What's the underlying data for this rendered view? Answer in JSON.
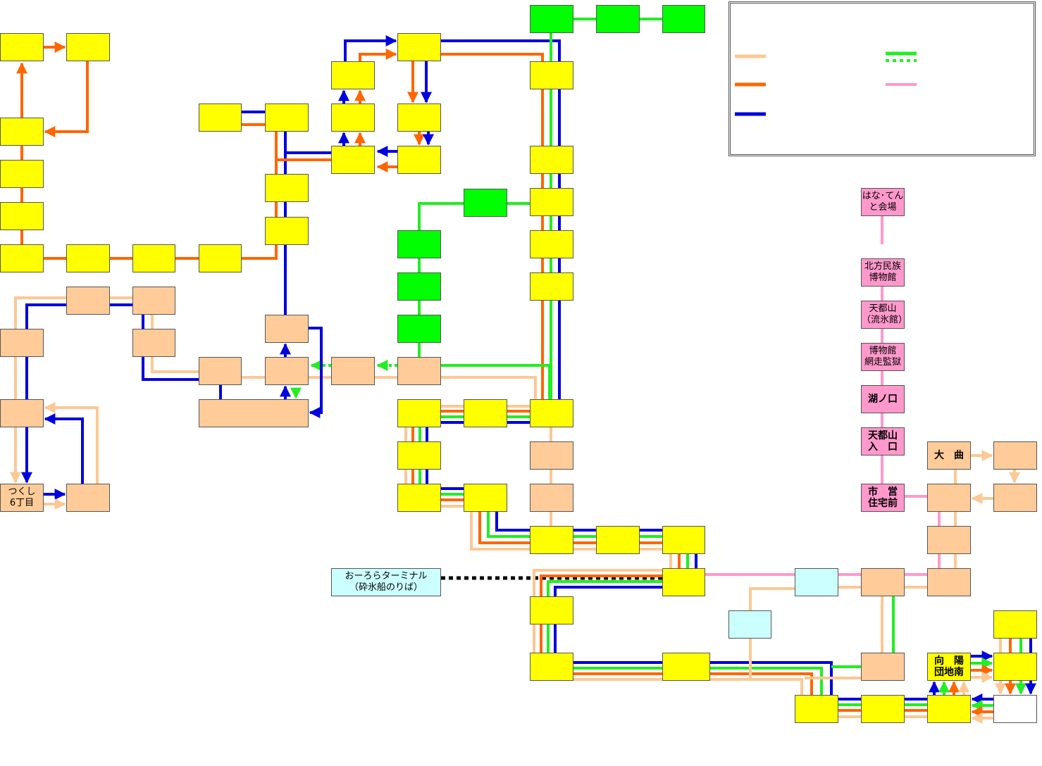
{
  "colors": {
    "yellow": "#ffff00",
    "peach": "#ffcc99",
    "green": "#00ff00",
    "pink": "#ff99cc",
    "cyan": "#ccffff",
    "route_peach": "#fcc894",
    "route_orange": "#ff6600",
    "route_blue": "#0000dd",
    "route_green": "#22ee22",
    "route_pink": "#ff99cc",
    "route_black": "#000000"
  },
  "stops": [
    {
      "id": "s1",
      "label": "",
      "color": "yellow"
    },
    {
      "id": "s2",
      "label": "",
      "color": "yellow"
    },
    {
      "id": "s3",
      "label": "",
      "color": "yellow"
    },
    {
      "id": "s4",
      "label": "",
      "color": "yellow"
    },
    {
      "id": "s5",
      "label": "",
      "color": "yellow"
    },
    {
      "id": "s6",
      "label": "",
      "color": "yellow"
    },
    {
      "id": "s7",
      "label": "",
      "color": "yellow"
    },
    {
      "id": "s8",
      "label": "",
      "color": "yellow"
    },
    {
      "id": "s9",
      "label": "",
      "color": "yellow"
    },
    {
      "id": "s10",
      "label": "",
      "color": "yellow"
    },
    {
      "id": "s11",
      "label": "",
      "color": "yellow"
    },
    {
      "id": "s12",
      "label": "",
      "color": "yellow"
    },
    {
      "id": "s13",
      "label": "",
      "color": "yellow"
    },
    {
      "id": "s14",
      "label": "",
      "color": "yellow"
    },
    {
      "id": "s15",
      "label": "",
      "color": "yellow"
    },
    {
      "id": "s16",
      "label": "",
      "color": "yellow"
    },
    {
      "id": "s17",
      "label": "",
      "color": "yellow"
    },
    {
      "id": "s18",
      "label": "",
      "color": "yellow"
    },
    {
      "id": "s19",
      "label": "",
      "color": "yellow"
    },
    {
      "id": "s20",
      "label": "",
      "color": "green"
    },
    {
      "id": "s21",
      "label": "",
      "color": "green"
    },
    {
      "id": "s22",
      "label": "",
      "color": "green"
    },
    {
      "id": "s23",
      "label": "",
      "color": "yellow"
    },
    {
      "id": "s24",
      "label": "",
      "color": "yellow"
    },
    {
      "id": "s25",
      "label": "",
      "color": "yellow"
    },
    {
      "id": "s26",
      "label": "",
      "color": "yellow"
    },
    {
      "id": "s27",
      "label": "",
      "color": "yellow"
    },
    {
      "id": "s28",
      "label": "",
      "color": "green"
    },
    {
      "id": "s29",
      "label": "",
      "color": "green"
    },
    {
      "id": "s30",
      "label": "",
      "color": "green"
    },
    {
      "id": "s31",
      "label": "",
      "color": "green"
    },
    {
      "id": "s32",
      "label": "",
      "color": "peach"
    },
    {
      "id": "s33",
      "label": "",
      "color": "peach"
    },
    {
      "id": "s34",
      "label": "",
      "color": "peach"
    },
    {
      "id": "s35",
      "label": "",
      "color": "peach"
    },
    {
      "id": "s36",
      "label": "",
      "color": "peach"
    },
    {
      "id": "s37",
      "label": "",
      "color": "peach"
    },
    {
      "id": "s38",
      "label": "",
      "color": "peach"
    },
    {
      "id": "s39",
      "label": "",
      "color": "peach"
    },
    {
      "id": "s40",
      "label": "",
      "color": "peach"
    },
    {
      "id": "s41",
      "label": "",
      "color": "peach"
    },
    {
      "id": "s42",
      "label": "",
      "color": "peach"
    },
    {
      "id": "s43",
      "label": "つくし\n6丁目",
      "color": "peach"
    },
    {
      "id": "s44",
      "label": "",
      "color": "peach"
    },
    {
      "id": "s45",
      "label": "",
      "color": "yellow"
    },
    {
      "id": "s46",
      "label": "",
      "color": "yellow"
    },
    {
      "id": "s47",
      "label": "",
      "color": "yellow"
    },
    {
      "id": "s48",
      "label": "",
      "color": "yellow"
    },
    {
      "id": "s49",
      "label": "",
      "color": "yellow"
    },
    {
      "id": "s50",
      "label": "",
      "color": "yellow"
    },
    {
      "id": "s51",
      "label": "",
      "color": "peach"
    },
    {
      "id": "s52",
      "label": "",
      "color": "peach"
    },
    {
      "id": "s53",
      "label": "",
      "color": "yellow"
    },
    {
      "id": "s54",
      "label": "",
      "color": "yellow"
    },
    {
      "id": "s55",
      "label": "",
      "color": "yellow"
    },
    {
      "id": "s56",
      "label": "おーろらターミナル\n（砕氷船のりば）",
      "color": "cyan"
    },
    {
      "id": "s57",
      "label": "",
      "color": "yellow"
    },
    {
      "id": "s58",
      "label": "",
      "color": "yellow"
    },
    {
      "id": "s59",
      "label": "",
      "color": "yellow"
    },
    {
      "id": "s60",
      "label": "",
      "color": "yellow"
    },
    {
      "id": "s61",
      "label": "",
      "color": "cyan"
    },
    {
      "id": "s62",
      "label": "",
      "color": "cyan"
    },
    {
      "id": "s63",
      "label": "",
      "color": "peach"
    },
    {
      "id": "s64",
      "label": "",
      "color": "peach"
    },
    {
      "id": "s65",
      "label": "",
      "color": "peach"
    },
    {
      "id": "s66",
      "label": "",
      "color": "peach"
    },
    {
      "id": "s67",
      "label": "",
      "color": "peach"
    },
    {
      "id": "s68",
      "label": "大　曲",
      "color": "peach"
    },
    {
      "id": "s69",
      "label": "",
      "color": "peach"
    },
    {
      "id": "s70",
      "label": "",
      "color": "peach"
    },
    {
      "id": "s71",
      "label": "はな･てん\nと会場",
      "color": "pink"
    },
    {
      "id": "s72",
      "label": "北方民族\n博物館",
      "color": "pink"
    },
    {
      "id": "s73",
      "label": "天都山\n（流氷館）",
      "color": "pink"
    },
    {
      "id": "s74",
      "label": "博物館\n網走監獄",
      "color": "pink"
    },
    {
      "id": "s75",
      "label": "湖ノ口",
      "color": "pink"
    },
    {
      "id": "s76",
      "label": "天都山\n入　口",
      "color": "pink"
    },
    {
      "id": "s77",
      "label": "市　営\n住宅前",
      "color": "pink"
    },
    {
      "id": "s78",
      "label": "",
      "color": "yellow"
    },
    {
      "id": "s79",
      "label": "向　陽\n団地南",
      "color": "yellow"
    },
    {
      "id": "s80",
      "label": "",
      "color": "yellow"
    },
    {
      "id": "s81",
      "label": "",
      "color": "yellow"
    },
    {
      "id": "s82",
      "label": "",
      "color": "yellow"
    },
    {
      "id": "s83",
      "label": "",
      "color": "yellow"
    }
  ],
  "legend": {
    "entries": [
      {
        "route": "route_peach",
        "label": ""
      },
      {
        "route": "route_orange",
        "label": ""
      },
      {
        "route": "route_blue",
        "label": ""
      },
      {
        "route": "route_green",
        "label": ""
      },
      {
        "route": "route_pink",
        "label": ""
      }
    ]
  }
}
